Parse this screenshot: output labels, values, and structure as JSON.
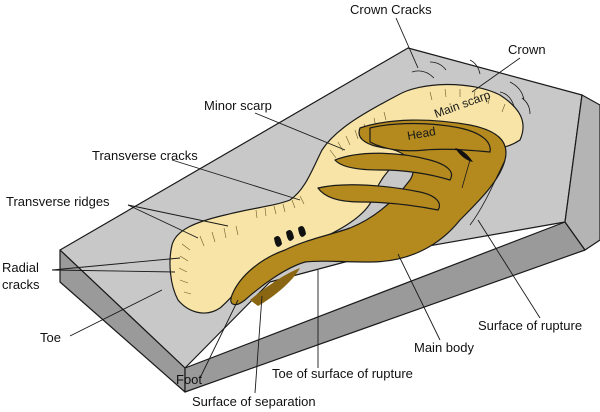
{
  "labels": {
    "crown_cracks": "Crown Cracks",
    "crown": "Crown",
    "main_scarp": "Main scarp",
    "head": "Head",
    "minor_scarp": "Minor scarp",
    "transverse_cracks": "Transverse cracks",
    "transverse_ridges": "Transverse ridges",
    "radial_cracks_line1": "Radial",
    "radial_cracks_line2": "cracks",
    "toe": "Toe",
    "foot": "Foot",
    "surface_of_separation": "Surface of separation",
    "toe_of_surface_of_rupture": "Toe of surface of rupture",
    "main_body": "Main body",
    "surface_of_rupture": "Surface of rupture"
  },
  "colors": {
    "slope_top": "#c8c8c8",
    "slope_front": "#9a9a9a",
    "slope_side": "#b4b4b4",
    "deposit_light": "#f7e4a6",
    "body_dark": "#b48a1e",
    "body_shadow": "#8a6612",
    "crack_fill": "#111111"
  }
}
